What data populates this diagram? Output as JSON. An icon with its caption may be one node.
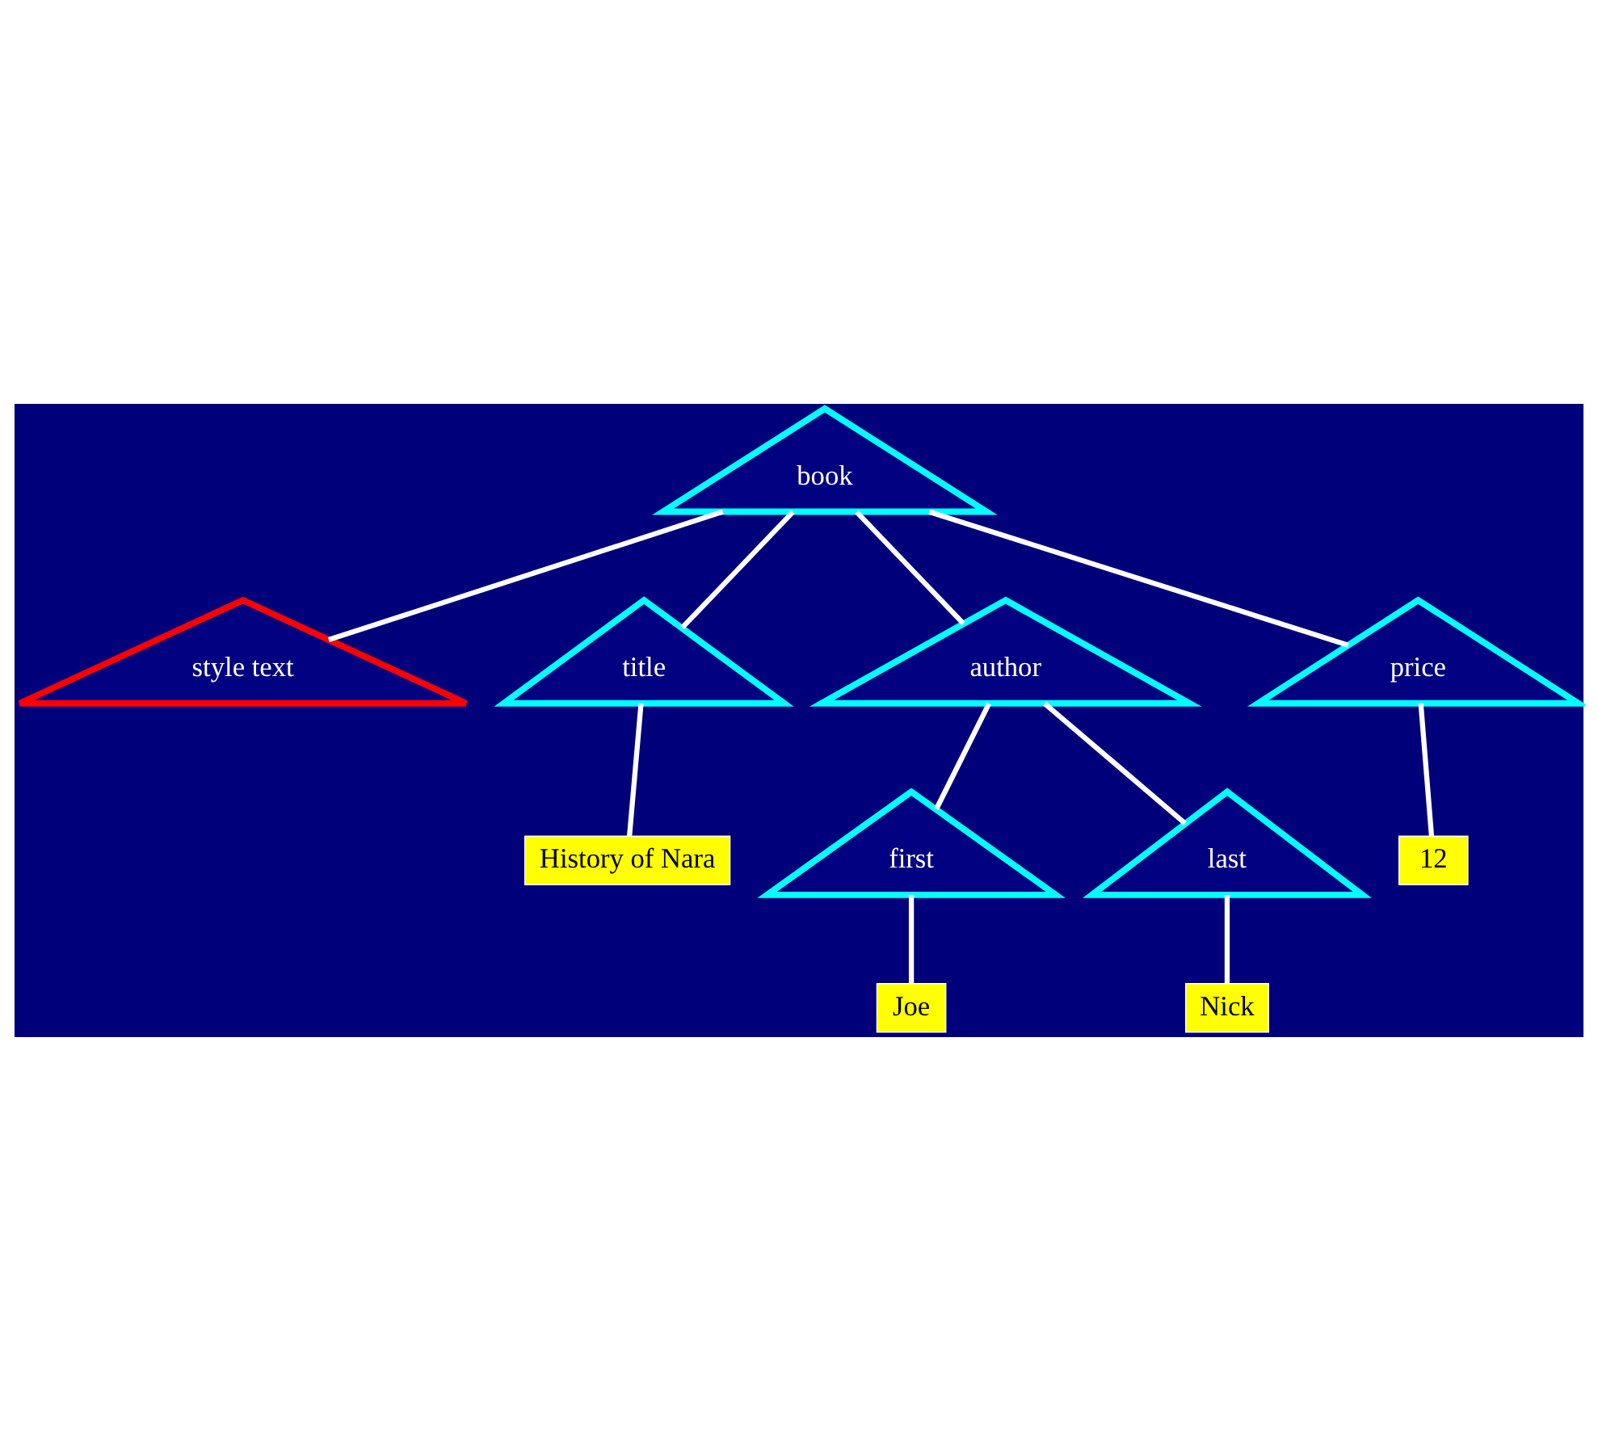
{
  "diagram": {
    "nodes": [
      {
        "text": [
          "book"
        ]
      },
      {
        "text": [
          "style text"
        ]
      },
      {
        "text": [
          "title"
        ]
      },
      {
        "text": [
          "author"
        ]
      },
      {
        "text": [
          "price"
        ]
      },
      {
        "text": [
          "History of Nara"
        ]
      },
      {
        "text": [
          "first"
        ]
      },
      {
        "text": [
          "last"
        ]
      },
      {
        "text": [
          "12"
        ]
      },
      {
        "text": [
          "Joe"
        ]
      },
      {
        "text": [
          "Nick"
        ]
      }
    ],
    "edges": [
      {
        "from": 0,
        "to": 1,
        "arrow": "none"
      },
      {
        "from": 0,
        "to": 2,
        "arrow": "none"
      },
      {
        "from": 0,
        "to": 3,
        "arrow": "none"
      },
      {
        "from": 0,
        "to": 4,
        "arrow": "none"
      },
      {
        "from": 2,
        "to": 5,
        "arrow": "none"
      },
      {
        "from": 3,
        "to": 6,
        "arrow": "none"
      },
      {
        "from": 3,
        "to": 7,
        "arrow": "none"
      },
      {
        "from": 4,
        "to": 8,
        "arrow": "none"
      },
      {
        "from": 6,
        "to": 9,
        "arrow": "none"
      },
      {
        "from": 7,
        "to": 10,
        "arrow": "none"
      }
    ]
  }
}
